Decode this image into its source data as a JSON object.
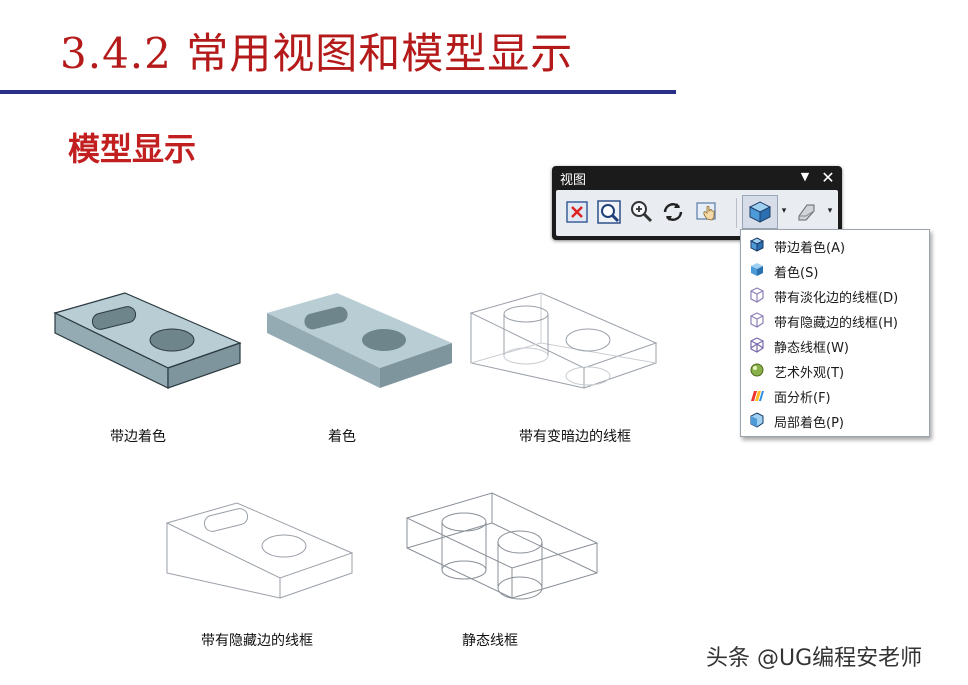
{
  "title": "3.4.2  常用视图和模型显示",
  "subtitle": "模型显示",
  "toolbar": {
    "title": "视图",
    "buttons": [
      "fit-icon",
      "zoom-box-icon",
      "zoom-icon",
      "rotate-icon",
      "pan-icon",
      "shaded-cube-icon",
      "edge-display-icon"
    ]
  },
  "menu": {
    "items": [
      {
        "label": "带边着色(A)",
        "icon": "shaded-with-edges-icon"
      },
      {
        "label": "着色(S)",
        "icon": "shaded-icon"
      },
      {
        "label": "带有淡化边的线框(D)",
        "icon": "wireframe-dim-edges-icon"
      },
      {
        "label": "带有隐藏边的线框(H)",
        "icon": "wireframe-hidden-edges-icon"
      },
      {
        "label": "静态线框(W)",
        "icon": "static-wireframe-icon"
      },
      {
        "label": "艺术外观(T)",
        "icon": "artistic-appearance-icon"
      },
      {
        "label": "面分析(F)",
        "icon": "face-analysis-icon"
      },
      {
        "label": "局部着色(P)",
        "icon": "partial-shading-icon"
      }
    ]
  },
  "captions": {
    "shaded_edges": "带边着色",
    "shaded": "着色",
    "wire_dim": "带有变暗边的线框",
    "wire_hidden": "带有隐藏边的线框",
    "wire_static": "静态线框"
  },
  "watermark": "头条 @UG编程安老师",
  "colors": {
    "title_red": "#b51a1a",
    "rule_blue": "#2a2f8a",
    "model_top": "#b9cdd5",
    "model_side": "#7f959d",
    "model_front": "#94abb3"
  }
}
